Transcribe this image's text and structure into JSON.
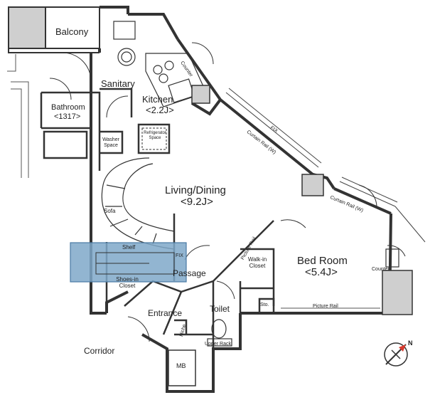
{
  "rooms": {
    "balcony": "Balcony",
    "sanitary": "Sanitary",
    "kitchen": "Kitchen",
    "kitchen_size": "<2.2J>",
    "bathroom": "Bathroom",
    "bathroom_size": "<1317>",
    "washer_space": "Washer Space",
    "refrigerator_space": "Refrigerator Space",
    "living_dining": "Living/Dining",
    "living_dining_size": "<9.2J>",
    "sofa": "Sofa",
    "shelf": "Shelf",
    "shoes_in_closet": "Shoes-in Closet",
    "passage": "Passage",
    "walk_in_closet": "Walk-in Closet",
    "bed_room": "Bed Room",
    "bed_room_size": "<5.4J>",
    "entrance": "Entrance",
    "niche": "Niche",
    "toilet": "Toilet",
    "upper_rack": "Upper Rack",
    "sto": "Sto.",
    "corridor": "Corridor",
    "mb": "MB",
    "counter_kitchen": "Counter",
    "counter_bedroom": "Counter"
  },
  "annotations": {
    "fix_main": "FIX",
    "curtain_rail_main": "Curtain Rail (W)",
    "curtain_rail_bedroom": "Curtain Rail (W)",
    "picture_rail_diag": "Picture Rail",
    "picture_rail_bottom": "Picture Rail",
    "fix_passage": "FIX"
  },
  "compass": {
    "label": "N",
    "icon": "compass-icon"
  },
  "highlight_color": "#7fa8c9"
}
